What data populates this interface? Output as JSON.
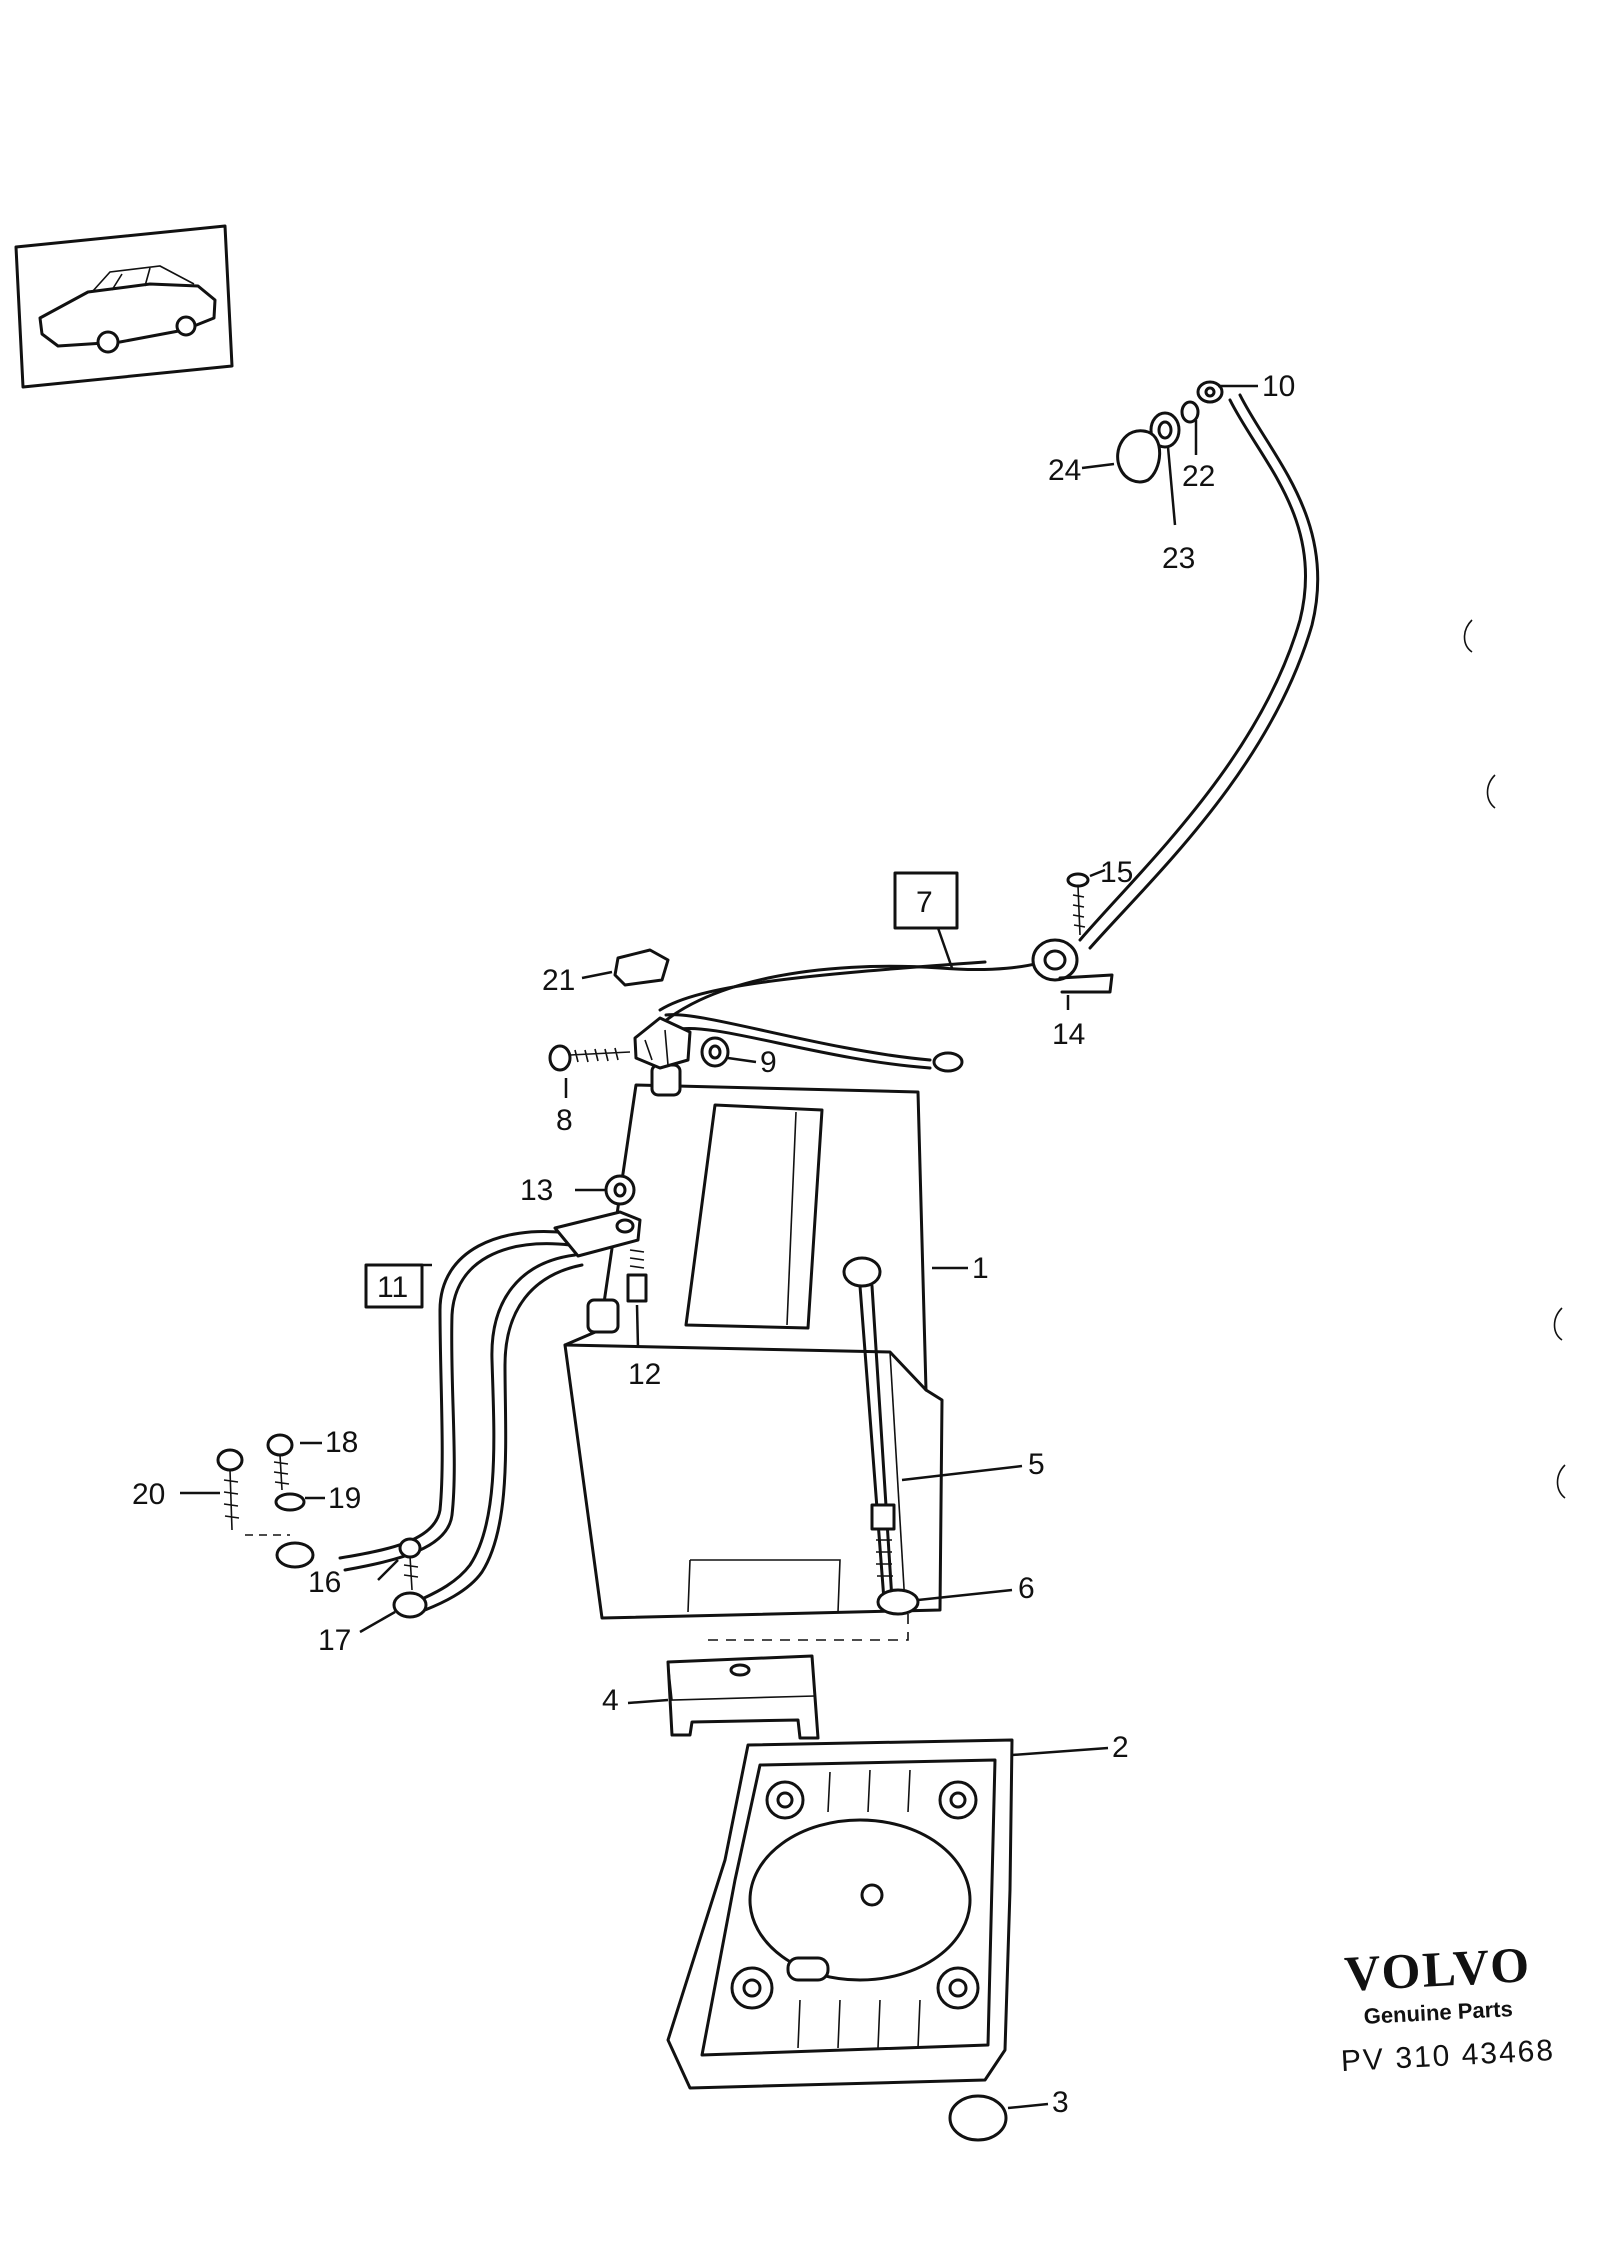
{
  "callouts": {
    "c1": "1",
    "c2": "2",
    "c3": "3",
    "c4": "4",
    "c5": "5",
    "c6": "6",
    "c7": "7",
    "c8": "8",
    "c9": "9",
    "c10": "10",
    "c11": "11",
    "c12": "12",
    "c13": "13",
    "c14": "14",
    "c15": "15",
    "c16": "16",
    "c17": "17",
    "c18": "18",
    "c19": "19",
    "c20": "20",
    "c21": "21",
    "c22": "22",
    "c23": "23",
    "c24": "24"
  },
  "branding": {
    "brand": "VOLVO",
    "tagline": "Genuine Parts",
    "ref": "PV 310 43468"
  }
}
